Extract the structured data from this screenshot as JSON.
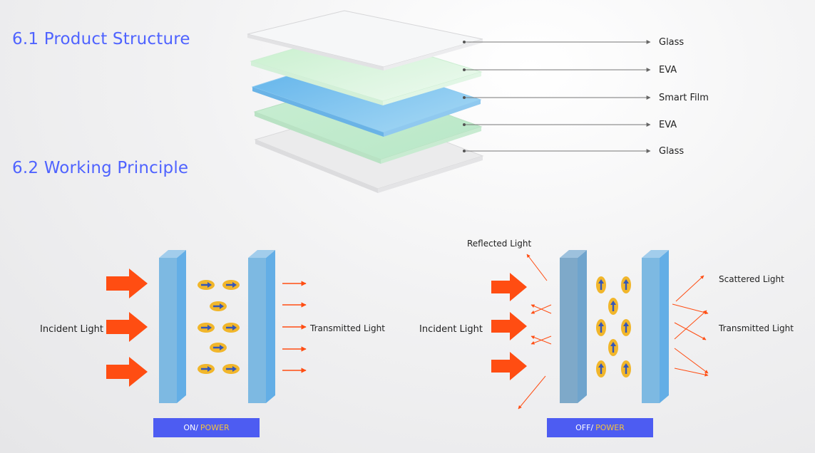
{
  "sections": {
    "structure_title": "6.1 Product Structure",
    "principle_title": "6.2 Working Principle"
  },
  "layers": [
    {
      "label": "Glass",
      "color": "#f2f4f5"
    },
    {
      "label": "EVA",
      "color": "#dcf5df"
    },
    {
      "label": "Smart Film",
      "color": "#7ec3ee"
    },
    {
      "label": "EVA",
      "color": "#d2f0d9"
    },
    {
      "label": "Glass",
      "color": "#ececed"
    }
  ],
  "on_panel": {
    "incident": "Incident Light",
    "transmitted": "Transmitted Light",
    "state_a": "ON/",
    "state_b": "POWER"
  },
  "off_panel": {
    "incident": "Incident Light",
    "reflected": "Reflected  Light",
    "scattered": "Scattered Light",
    "transmitted": "Transmitted Light",
    "state_a": "OFF/",
    "state_b": "POWER"
  },
  "colors": {
    "accent": "#4f63ff",
    "light_arrow": "#ff4d12",
    "molecule": "#f1b62b",
    "molecule_arrow": "#3556b8",
    "glass_pane": "#7ab9e6",
    "badge": "#4d5cf2"
  }
}
